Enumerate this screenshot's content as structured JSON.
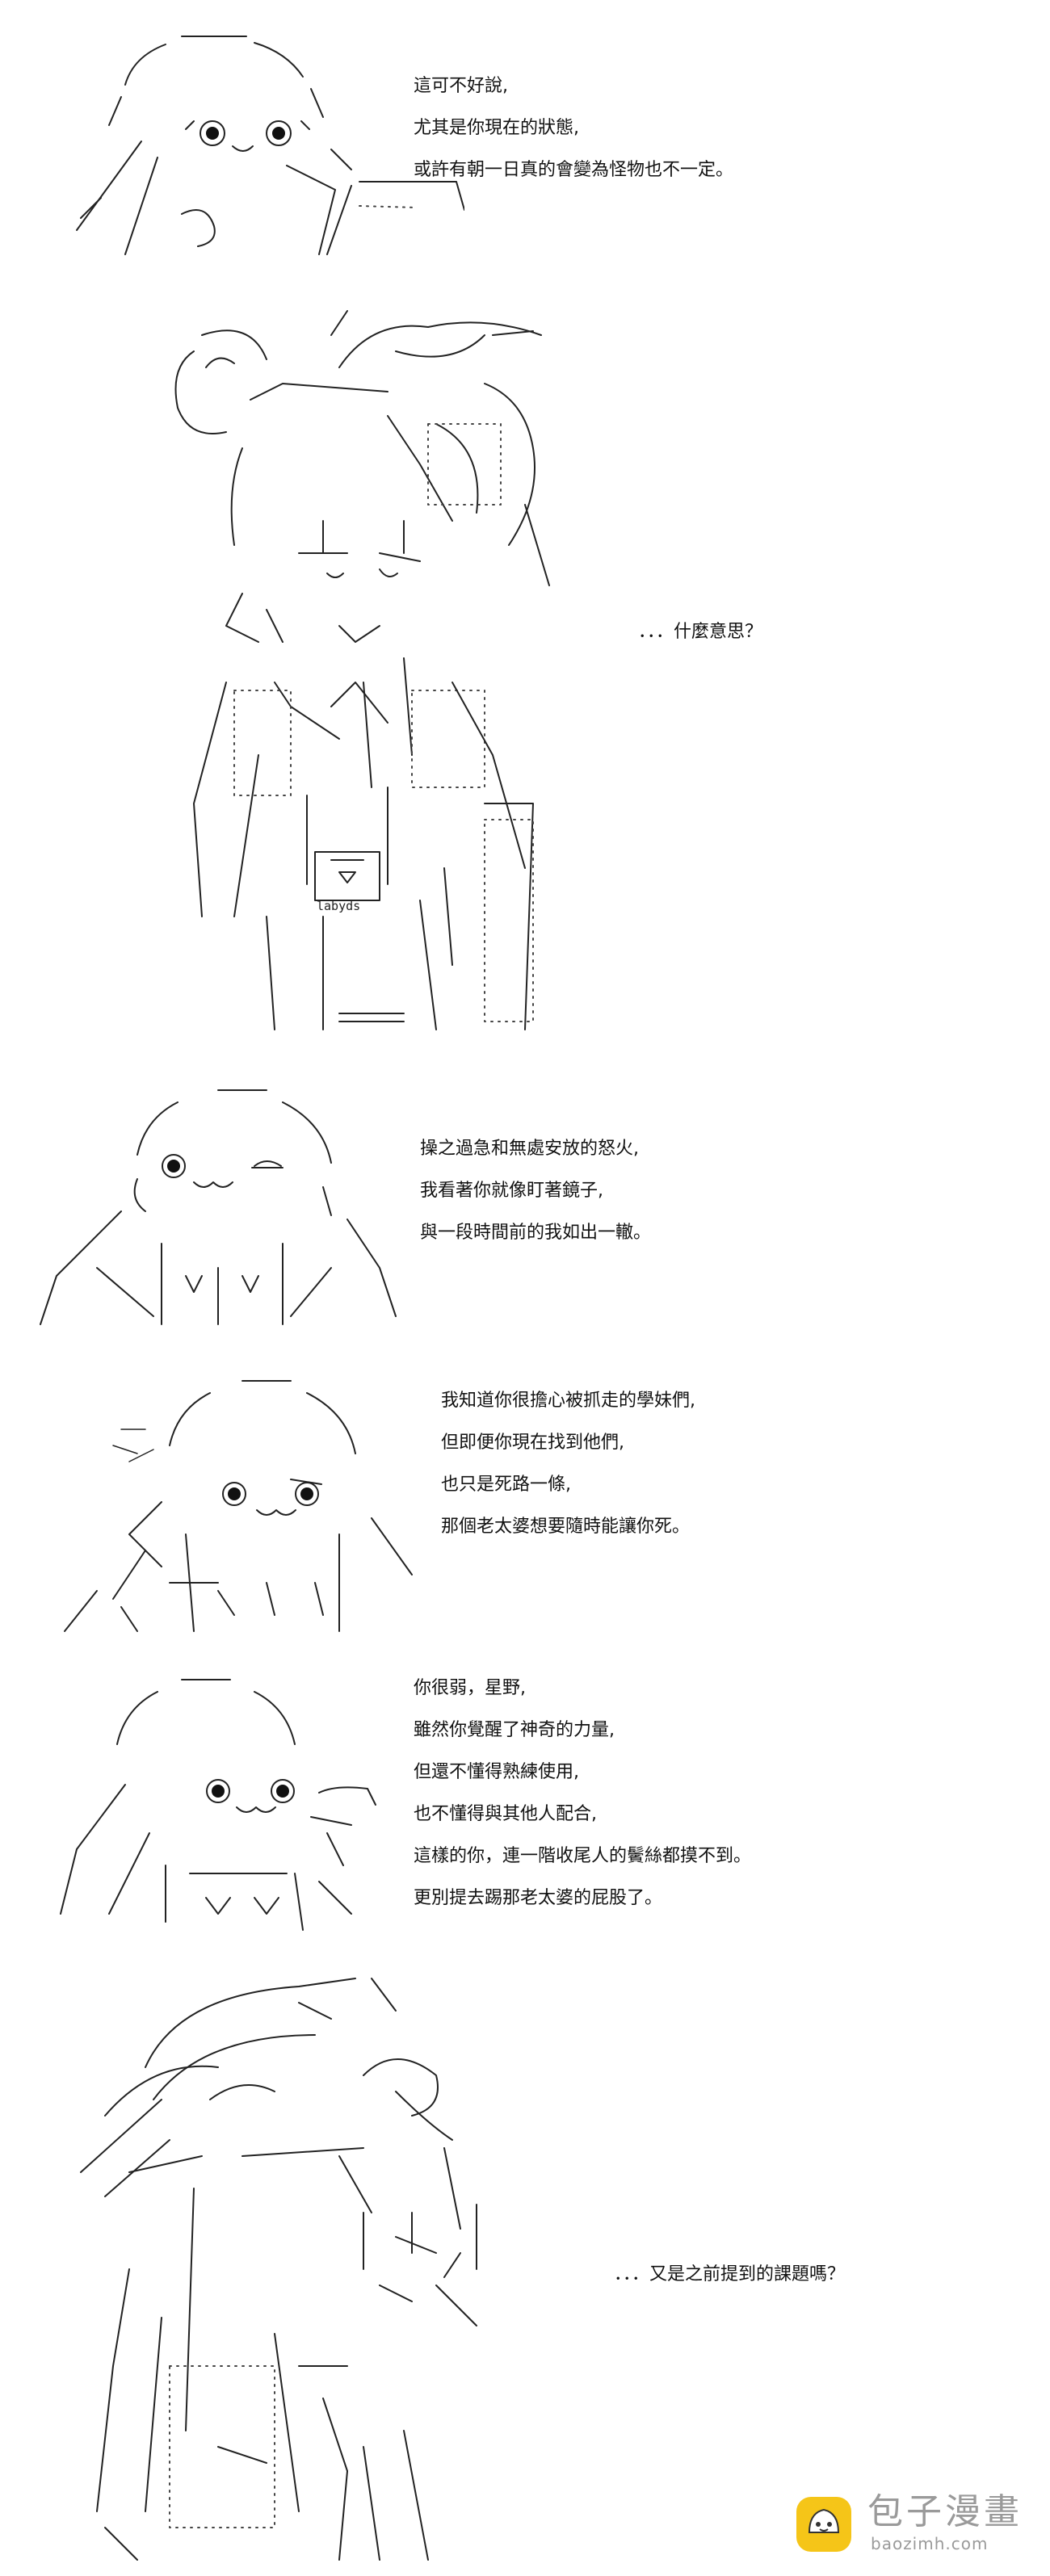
{
  "panels": [
    {
      "lines": [
        "這可不好說,",
        "尤其是你現在的狀態,",
        "或許有朝一日真的會變為怪物也不一定。"
      ]
    },
    {
      "lines": [
        "．．．什麼意思？"
      ],
      "sign_text": "labyds"
    },
    {
      "lines": [
        "操之過急和無處安放的怒火,",
        "我看著你就像盯著鏡子,",
        "與一段時間前的我如出一轍。"
      ]
    },
    {
      "lines": [
        "我知道你很擔心被抓走的學妹們,",
        "但即便你現在找到他們,",
        "也只是死路一條,",
        "那個老太婆想要隨時能讓你死。"
      ]
    },
    {
      "lines": [
        "你很弱，星野,",
        "雖然你覺醒了神奇的力量,",
        "但還不懂得熟練使用,",
        "也不懂得與其他人配合,",
        "這樣的你，連一階收尾人的鬢絲都摸不到。",
        "更別提去踢那老太婆的屁股了。"
      ]
    },
    {
      "lines": [
        "．．．又是之前提到的課題嗎？"
      ]
    }
  ],
  "watermark": {
    "name": "包子漫畫",
    "url": "baozimh.com"
  },
  "colors": {
    "text": "#111111",
    "line_art": "#222222",
    "watermark_gray": "#9a9a9a",
    "logo_yellow": "#f5c518"
  }
}
